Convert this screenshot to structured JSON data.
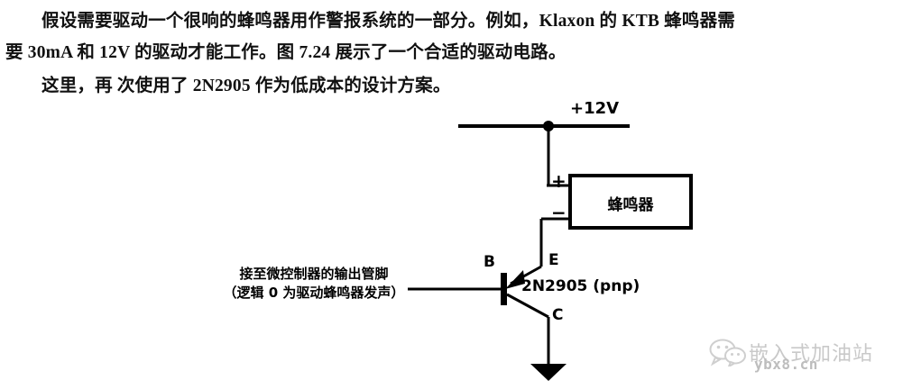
{
  "document": {
    "paragraphs": [
      "假设需要驱动一个很响的蜂鸣器用作警报系统的一部分。例如，Klaxon 的 KTB 蜂鸣器需",
      "要 30mA 和 12V 的驱动才能工作。图 7.24 展示了一个合适的驱动电路。",
      "这里，再  次使用了 2N2905 作为低成本的设计方案。"
    ]
  },
  "figure": {
    "supply_label": "+12V",
    "buzzer_label": "蜂鸣器",
    "terminal_plus": "+",
    "terminal_minus": "−",
    "pin_base": "B",
    "pin_emitter": "E",
    "pin_collector": "C",
    "part_number": "2N2905 (pnp)",
    "annotation_line1": "接至微控制器的输出管脚",
    "annotation_line2": "（逻辑 0 为驱动蜂鸣器发声）",
    "icons": {
      "junction_dot": "junction-dot-icon",
      "ground": "ground-symbol-icon",
      "transistor": "pnp-transistor-icon",
      "emitter_arrow": "emitter-arrow-icon"
    },
    "colors": {
      "wire": "#000000",
      "background": "#ffffff"
    }
  },
  "watermark": {
    "name": "嵌入式加油站",
    "domain": "ybx8.cn",
    "icon": "wechat-icon",
    "color": "#c9c9c9"
  }
}
